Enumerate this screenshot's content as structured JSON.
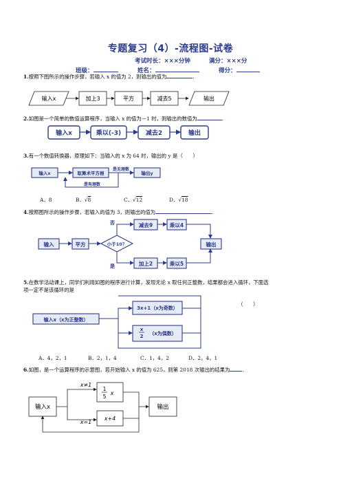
{
  "header": {
    "title": "专题复习（4）-流程图-试卷",
    "time_label": "考试时长：×××分钟",
    "score_label": "满分：×××分",
    "class_label": "班级：",
    "name_label": "姓名：",
    "points_label": "得分："
  },
  "q1": {
    "num": "1.",
    "text": "按照下图所示的操作步骤，若输入 x 的值为 2，则输出的值为",
    "boxes": [
      "输入x",
      "加上3",
      "平方",
      "减去5",
      "输出"
    ]
  },
  "q2": {
    "num": "2.",
    "text": "如图是一个简单的数值运算程序，当输入 x 的值为－1 时，则输出的数值为",
    "boxes": [
      "输入x",
      "乘以(-3)",
      "减去2",
      "输出"
    ]
  },
  "q3": {
    "num": "3.",
    "text": "有一个数值转换器，原理如下：当输入的 x 为 64 时，输出的 y 是（　　）",
    "boxes": [
      "输入x",
      "取算术平方根",
      "是无理数",
      "输出y",
      "是有理数"
    ],
    "options": {
      "a": "A．8",
      "b": "B．",
      "b_val": "8",
      "c": "C．",
      "c_val": "12",
      "d": "D．",
      "d_val": "18"
    }
  },
  "q4": {
    "num": "4.",
    "text": "按照图所示的操作步骤，若输入的值为 3，则输出的值为",
    "boxes": [
      "输入",
      "平方",
      "小于10？",
      "减去9",
      "乘以4",
      "加上2",
      "乘以5",
      "输出"
    ],
    "no": "否",
    "yes": "是"
  },
  "q5": {
    "num": "5.",
    "text": "在数学活动课上，同学们利用如图的程序进行计算，发现无论 x 取任何正整数，结果都会进入循环，下面选",
    "text2": "项一定不是该循环的是",
    "paren": "（　　）",
    "boxes": [
      "输入x（x为正整数）",
      "3x+1（x为奇数）",
      "x",
      "2",
      "（x为偶数）"
    ],
    "options": [
      "A．4，2，1",
      "B．2，1，4",
      "C．1，4，2",
      "D．2，4，1"
    ]
  },
  "q6": {
    "num": "6.",
    "text": "如图，是一个运算程序的示意图，若开始输入 x 的值为 625，则第 2018 次输出的结果为",
    "labels": [
      "x≠1",
      "x=1",
      "1",
      "5",
      "x",
      "x+4",
      "输入x",
      "输出"
    ]
  }
}
